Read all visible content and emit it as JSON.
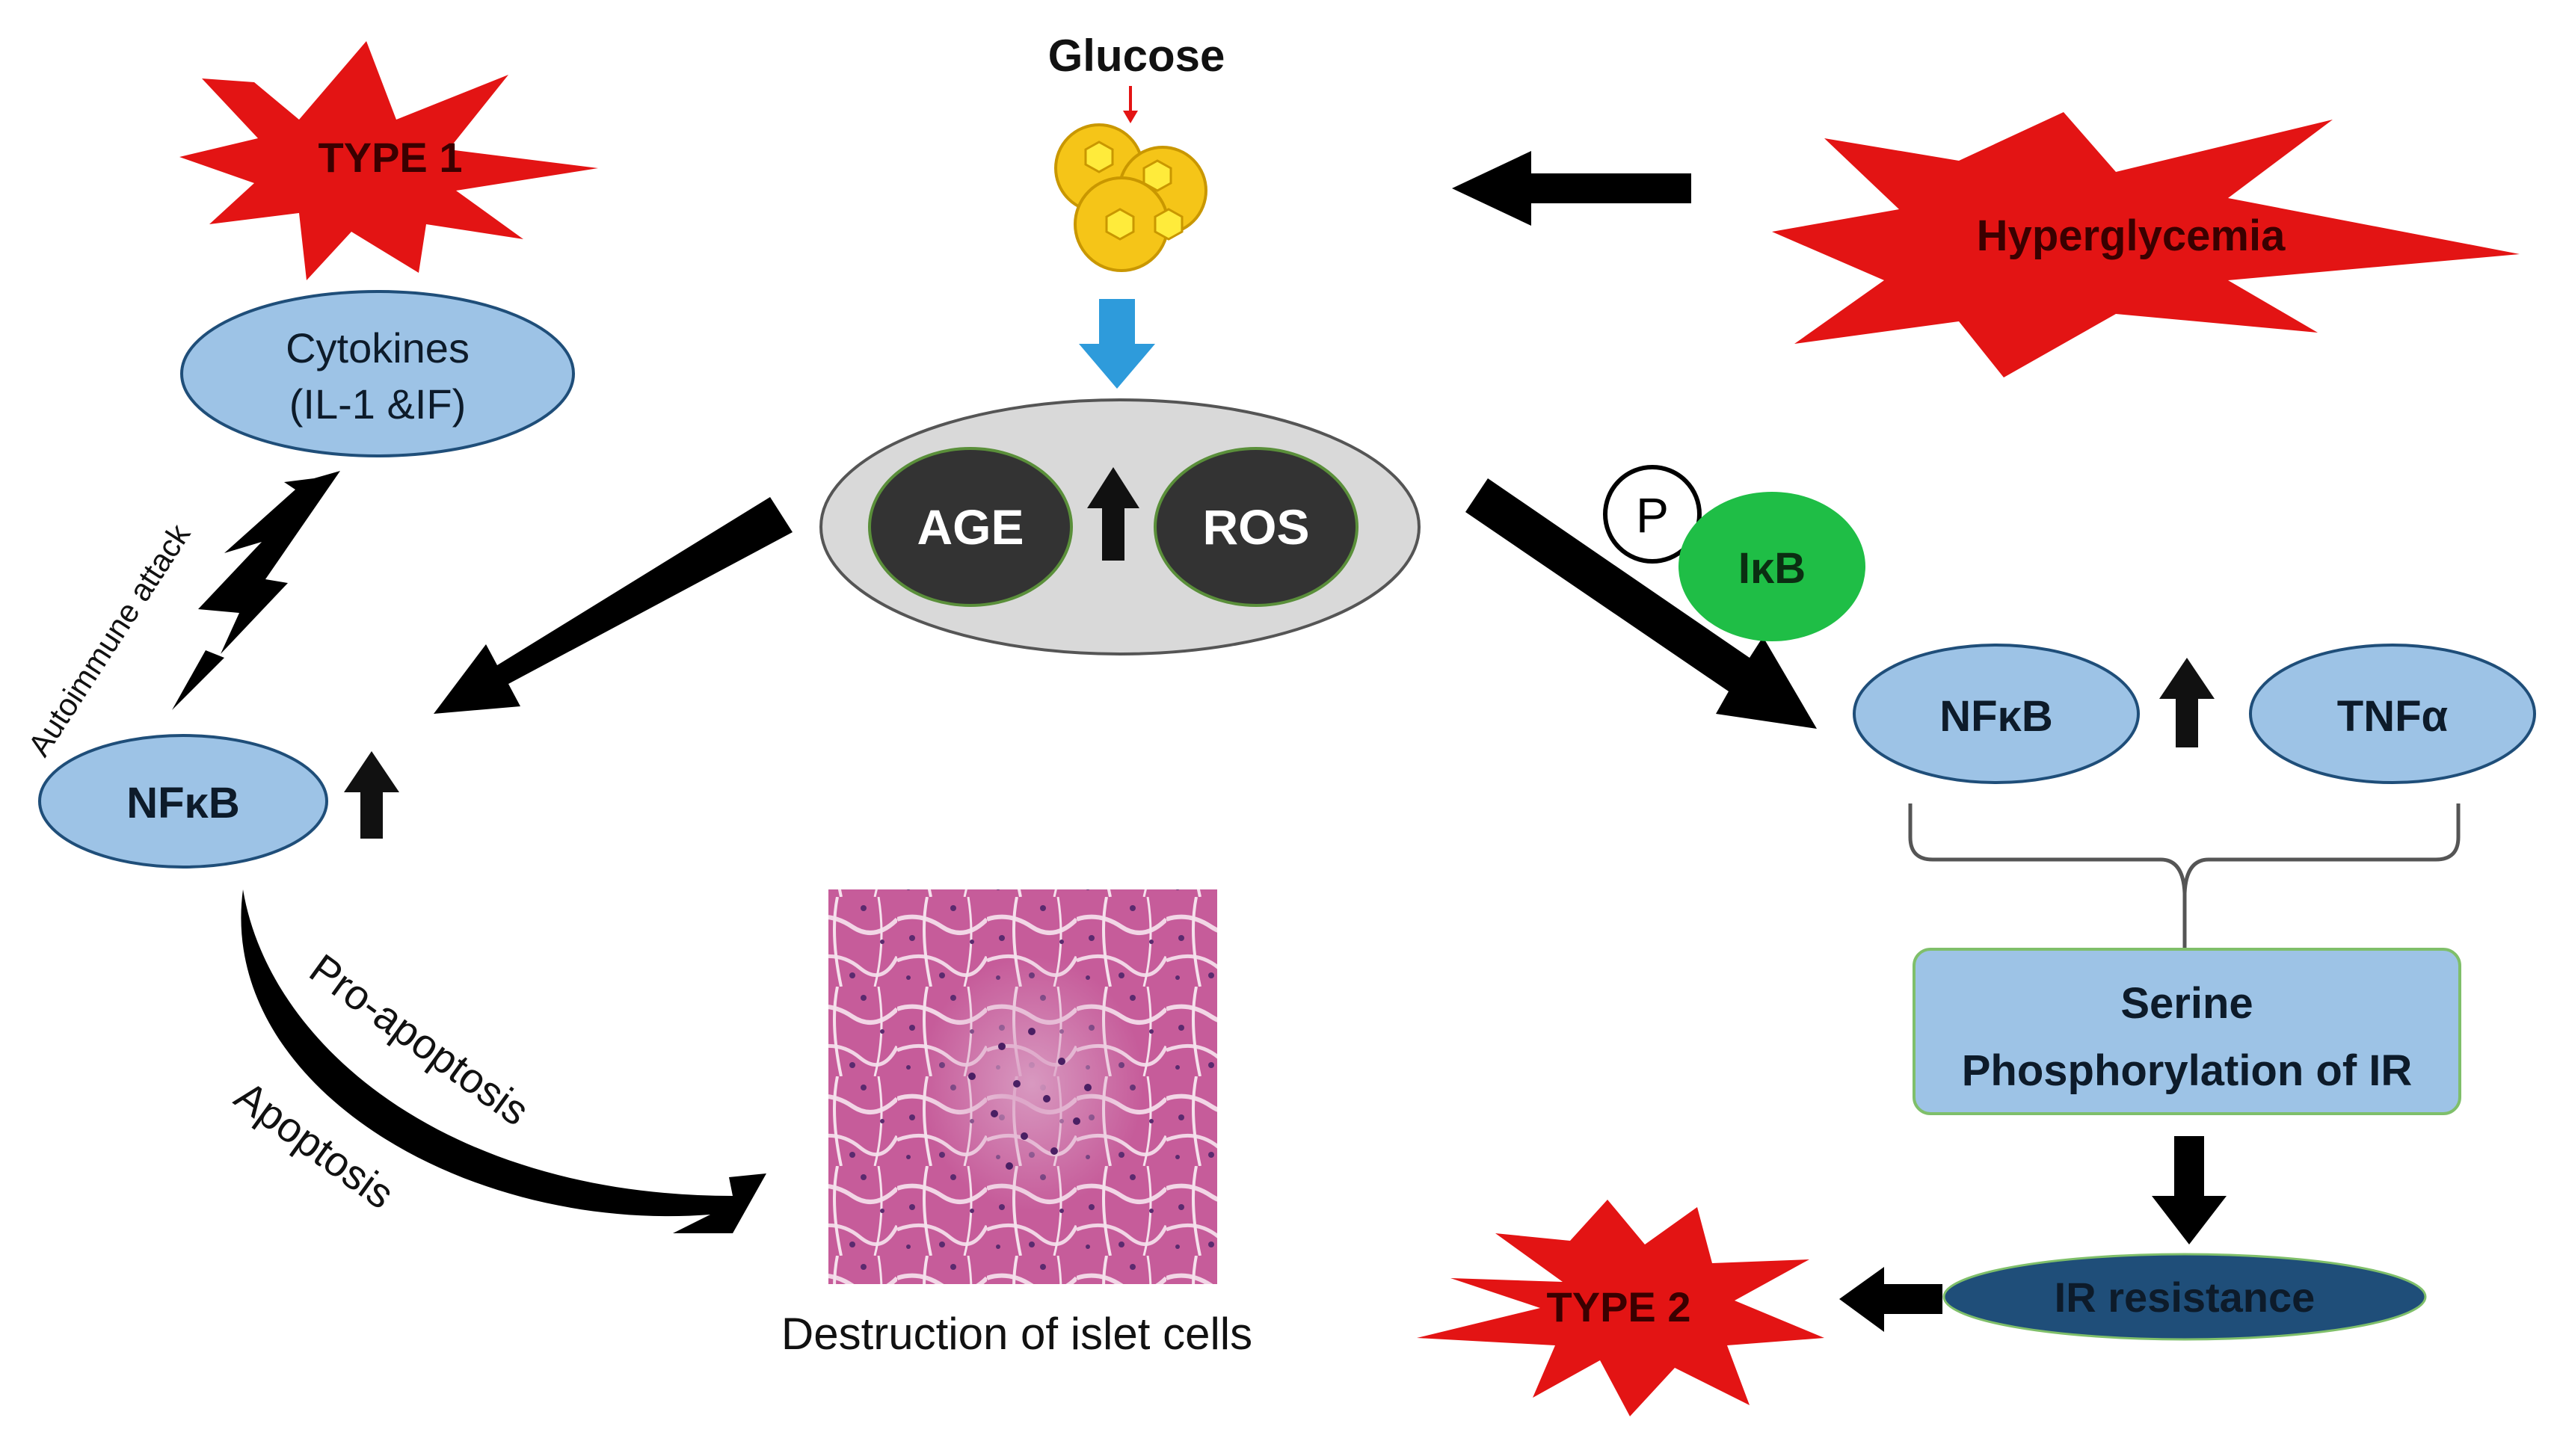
{
  "glucose": {
    "label": "Glucose"
  },
  "burst_type1": {
    "label": "TYPE 1",
    "color": "#e31414"
  },
  "burst_hyper": {
    "label": "Hyperglycemia",
    "color": "#e31414"
  },
  "burst_type2": {
    "label": "TYPE 2",
    "color": "#e31414"
  },
  "cytokines": {
    "line1": "Cytokines",
    "line2": "(IL-1 &IF)"
  },
  "autoimmune": {
    "label": "Autoimmune attack"
  },
  "nfkb_left": {
    "label": "NFκB"
  },
  "age": {
    "label": "AGE"
  },
  "ros": {
    "label": "ROS"
  },
  "phospho": {
    "label": "P"
  },
  "ikb": {
    "label": "IκB"
  },
  "nfkb_right": {
    "label": "NFκB"
  },
  "tnf": {
    "label": "TNFα"
  },
  "serine": {
    "line1": "Serine",
    "line2": "Phosphorylation of IR"
  },
  "ir_resistance": {
    "label": "IR resistance"
  },
  "pro_apoptosis": {
    "label": "Pro-apoptosis"
  },
  "apoptosis": {
    "label": "Apoptosis"
  },
  "islet": {
    "caption": "Destruction of islet cells"
  },
  "colors": {
    "light_blue": "#9dc3e6",
    "dark_navy": "#1f4e79",
    "grey_oval": "#d9d9d9",
    "dark_circle": "#333333",
    "green": "#1fbe46",
    "glucose_yellow": "#f5c518",
    "blue_arrow": "#2e9bdb"
  }
}
